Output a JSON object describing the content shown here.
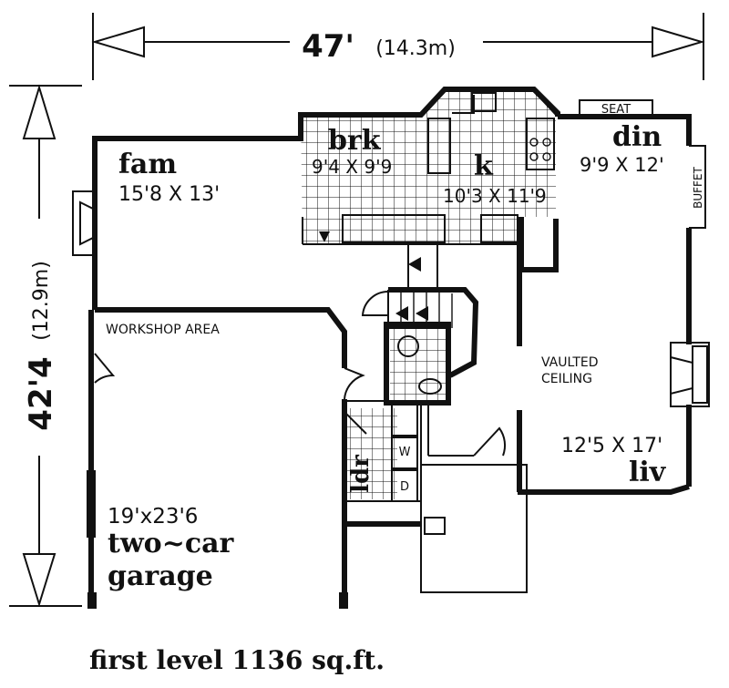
{
  "plan": {
    "overall_width": "47'",
    "overall_width_metric": "(14.3m)",
    "overall_depth": "42'4",
    "overall_depth_metric": "(12.9m)",
    "caption": "first level 1136 sq.ft."
  },
  "rooms": {
    "fam": {
      "name": "fam",
      "size": "15'8 X 13'"
    },
    "brk": {
      "name": "brk",
      "size": "9'4 X 9'9"
    },
    "k": {
      "name": "k",
      "size": "10'3 X 11'9"
    },
    "din": {
      "name": "din",
      "size": "9'9 X 12'"
    },
    "liv": {
      "name": "liv",
      "size": "12'5 X 17'"
    },
    "garage": {
      "name_line1": "two~car",
      "name_line2": "garage",
      "size": "19'x23'6"
    },
    "ldr": {
      "name": "ldr"
    }
  },
  "labels": {
    "workshop": "WORKSHOP AREA",
    "vaulted_1": "VAULTED",
    "vaulted_2": "CEILING",
    "seat": "SEAT",
    "buffet": "BUFFET",
    "washer": "W",
    "dryer": "D"
  }
}
